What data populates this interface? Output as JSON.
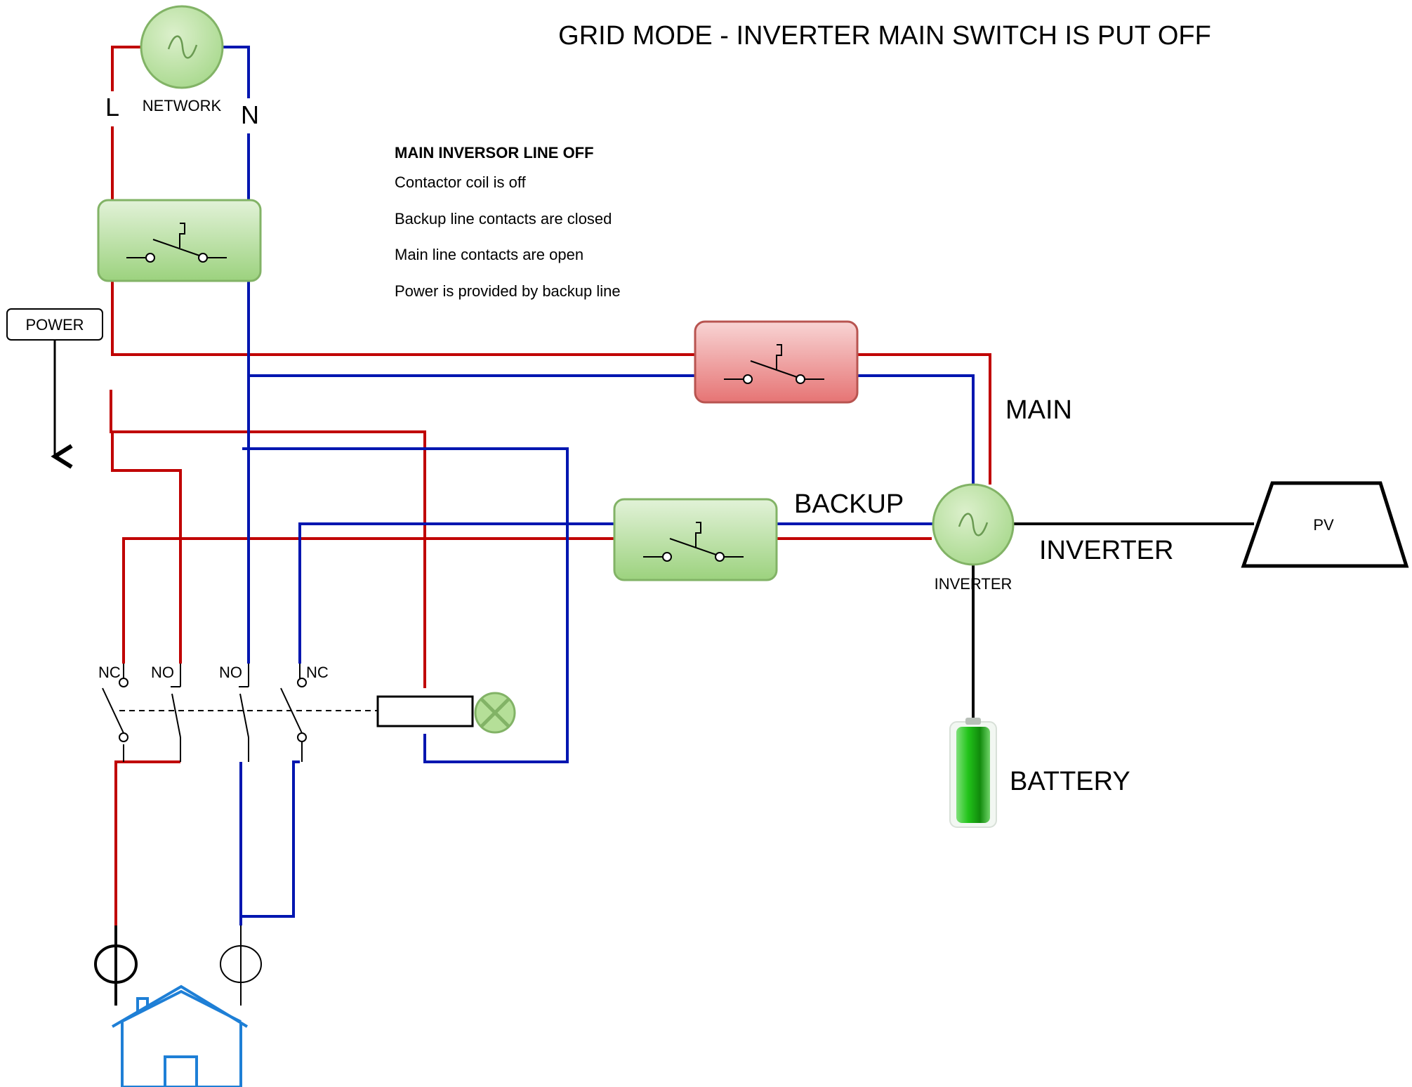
{
  "title": "GRID MODE - INVERTER MAIN SWITCH IS PUT OFF",
  "network": {
    "label": "NETWORK",
    "line_label": "L",
    "neutral_label": "N"
  },
  "power": {
    "label": "POWER"
  },
  "info": {
    "heading": "MAIN INVERSOR LINE OFF",
    "lines": [
      "Contactor coil is off",
      "Backup line contacts are closed",
      "Main line contacts are open",
      "Power is provided by backup line"
    ]
  },
  "labels": {
    "main": "MAIN",
    "backup": "BACKUP",
    "inverter_caption": "INVERTER",
    "inverter_node": "INVERTER",
    "battery": "BATTERY",
    "pv": "PV"
  },
  "contacts": [
    "NC",
    "NO",
    "NO",
    "NC"
  ],
  "colors": {
    "live": "#c00000",
    "neutral": "#0016b0",
    "green_fill": "#a8d890",
    "green_stroke": "#82b366",
    "red_fill": "#ea8a8a",
    "red_stroke": "#b85450",
    "house": "#1e7fd6"
  }
}
